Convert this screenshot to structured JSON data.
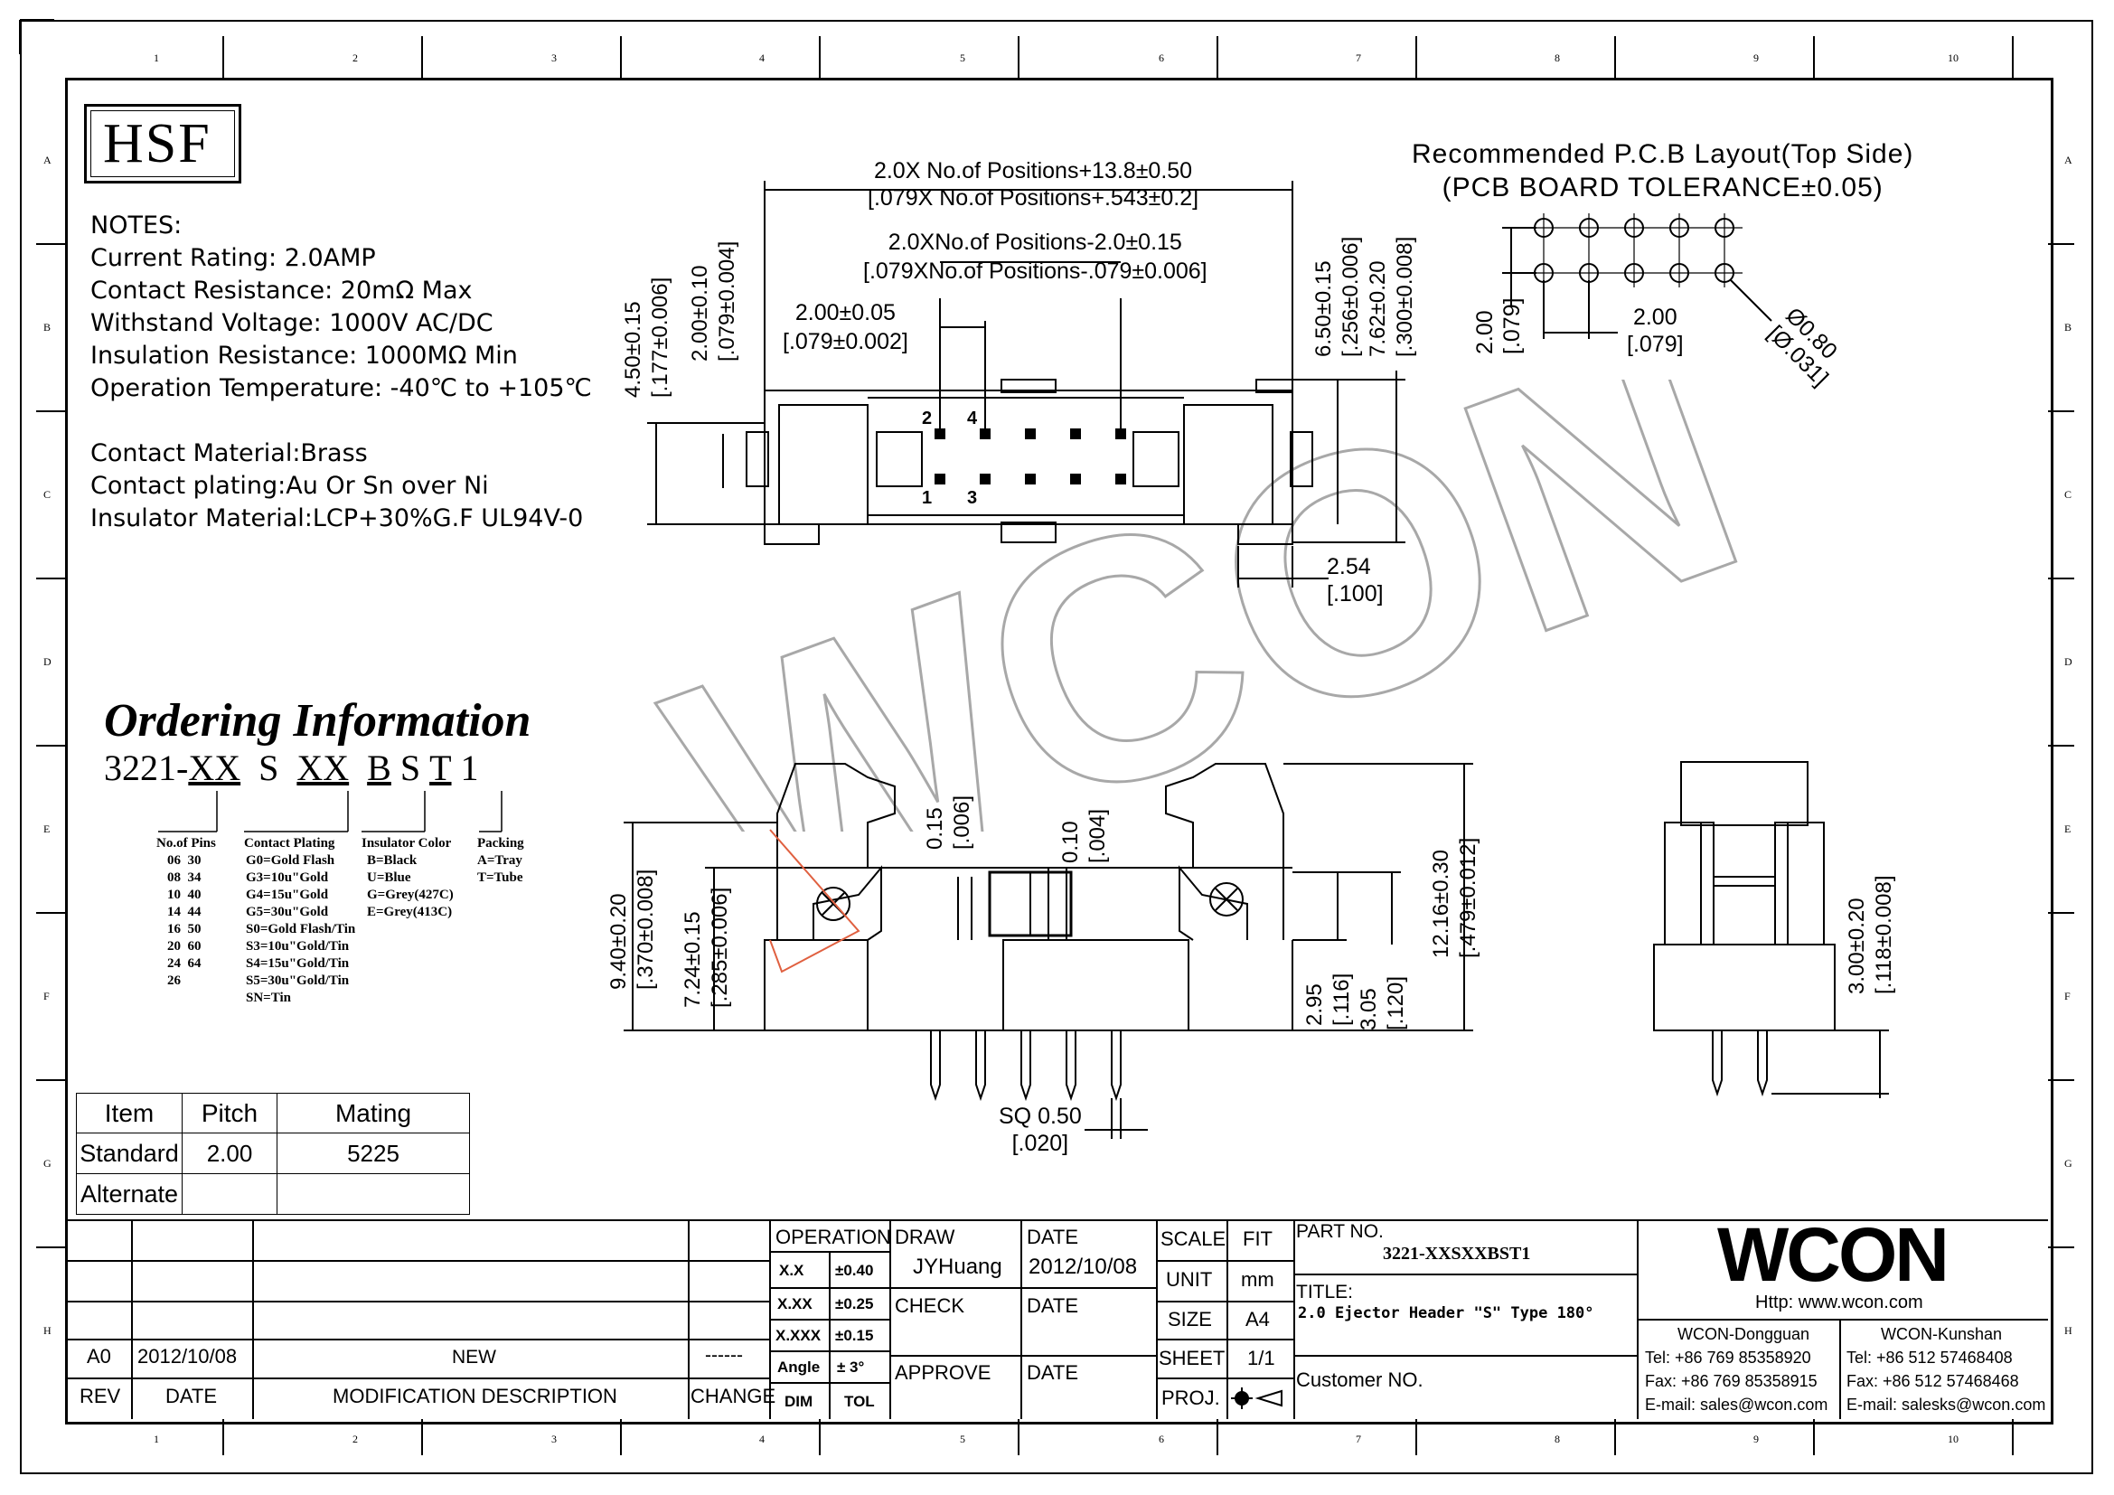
{
  "frame": {
    "columns": [
      "1",
      "2",
      "3",
      "4",
      "5",
      "6",
      "7",
      "8",
      "9",
      "10"
    ],
    "rows": [
      "A",
      "B",
      "C",
      "D",
      "E",
      "F",
      "G",
      "H"
    ]
  },
  "logo_text": "HSF",
  "notes": {
    "title": "NOTES:",
    "lines": [
      "Current Rating: 2.0AMP",
      "Contact Resistance: 20mΩ Max",
      "Withstand Voltage: 1000V AC/DC",
      "Insulation Resistance: 1000MΩ Min",
      "Operation Temperature: -40℃ to +105℃"
    ],
    "materials": [
      "Contact Material:Brass",
      "Contact plating:Au Or Sn over Ni",
      "Insulator Material:LCP+30%G.F UL94V-0"
    ]
  },
  "ordering": {
    "title": "Ordering Information",
    "code_parts": [
      "3221-",
      "XX",
      "S",
      "XX",
      "B",
      "S",
      "T",
      "1"
    ],
    "pins_title": "No.of Pins",
    "pins": [
      "06  30",
      "08  34",
      "10  40",
      "14  44",
      "16  50",
      "20  60",
      "24  64",
      "26"
    ],
    "plating_title": "Contact Plating",
    "plating": [
      "G0=Gold Flash",
      "G3=10u\"Gold",
      "G4=15u\"Gold",
      "G5=30u\"Gold",
      "S0=Gold Flash/Tin",
      "S3=10u\"Gold/Tin",
      "S4=15u\"Gold/Tin",
      "S5=30u\"Gold/Tin",
      "SN=Tin"
    ],
    "color_title": "Insulator Color",
    "colors": [
      "B=Black",
      "U=Blue",
      "G=Grey(427C)",
      "E=Grey(413C)"
    ],
    "packing_title": "Packing",
    "packing": [
      "A=Tray",
      "T=Tube"
    ]
  },
  "mating_table": {
    "headers": [
      "Item",
      "Pitch",
      "Mating"
    ],
    "rows": [
      [
        "Standard",
        "2.00",
        "5225"
      ],
      [
        "Alternate",
        "",
        ""
      ]
    ]
  },
  "top_view": {
    "dim_overall": [
      "2.0X No.of Positions+13.8±0.50",
      "[.079X No.of Positions+.543±0.2]"
    ],
    "dim_inner": [
      "2.0XNo.of Positions-2.0±0.15",
      "[.079XNo.of Positions-.079±0.006]"
    ],
    "dim_pitch": [
      "2.00±0.05",
      "[.079±0.002]"
    ],
    "dim_height_a": [
      "4.50±0.15",
      "[.177±0.006]"
    ],
    "dim_height_b": [
      "2.00±0.10",
      "[.079±0.004]"
    ],
    "dim_right_a": [
      "6.50±0.15",
      "[.256±0.006]"
    ],
    "dim_right_b": [
      "7.62±0.20",
      "[.300±0.008]"
    ],
    "dim_2_54": [
      "2.54",
      "[.100]"
    ],
    "pin_labels": [
      "2",
      "4",
      "1",
      "3"
    ]
  },
  "pcb_layout": {
    "title": [
      "Recommended P.C.B Layout(Top Side)",
      "(PCB BOARD TOLERANCE±0.05)"
    ],
    "dim_v": [
      "2.00",
      "[.079]"
    ],
    "dim_h": [
      "2.00",
      "[.079]"
    ],
    "dim_hole": [
      "Ø0.80",
      "[Ø.031]"
    ]
  },
  "side_view": {
    "dim_9_40": [
      "9.40±0.20",
      "[.370±0.008]"
    ],
    "dim_7_24": [
      "7.24±0.15",
      "[.285±0.006]"
    ],
    "dim_0_15": [
      "0.15",
      "[.006]"
    ],
    "dim_0_10": [
      "0.10",
      "[.004]"
    ],
    "dim_12_16": [
      "12.16±0.30",
      "[.479±0.012]"
    ],
    "dim_2_95": [
      "2.95",
      "[.116]"
    ],
    "dim_3_05": [
      "3.05",
      "[.120]"
    ],
    "dim_sq": [
      "SQ 0.50",
      "[.020]"
    ]
  },
  "end_view": {
    "dim_3_00": [
      "3.00±0.20",
      "[.118±0.008]"
    ]
  },
  "watermark": "WCON",
  "title_block": {
    "rev_headers": [
      "REV",
      "DATE",
      "MODIFICATION DESCRIPTION",
      "CHANGE"
    ],
    "rev_row": [
      "A0",
      "2012/10/08",
      "NEW",
      "------"
    ],
    "operation_title": "OPERATION",
    "tolerances": [
      [
        "X.X",
        "±0.40"
      ],
      [
        "X.XX",
        "±0.25"
      ],
      [
        "X.XXX",
        "±0.15"
      ],
      [
        "Angle",
        "± 3°"
      ],
      [
        "DIM",
        "TOL"
      ]
    ],
    "draw_label": "DRAW",
    "draw_value": "JYHuang",
    "check_label": "CHECK",
    "approve_label": "APPROVE",
    "date_label": "DATE",
    "date_value": "2012/10/08",
    "scale_label": "SCALE",
    "scale_value": "FIT",
    "unit_label": "UNIT",
    "unit_value": "mm",
    "size_label": "SIZE",
    "size_value": "A4",
    "sheet_label": "SHEET",
    "sheet_value": "1/1",
    "proj_label": "PROJ.",
    "part_no_label": "PART NO.",
    "part_no_value": "3221-XXSXXBST1",
    "title_label": "TITLE:",
    "title_value": "2.0 Ejector Header \"S\" Type 180°",
    "customer_label": "Customer NO.",
    "brand": "WCON",
    "website": "Http: www.wcon.com",
    "dongguan": [
      "WCON-Dongguan",
      "Tel: +86 769 85358920",
      "Fax: +86 769 85358915",
      "E-mail: sales@wcon.com"
    ],
    "kunshan": [
      "WCON-Kunshan",
      "Tel: +86 512 57468408",
      "Fax: +86 512 57468468",
      "E-mail: salesks@wcon.com"
    ]
  }
}
